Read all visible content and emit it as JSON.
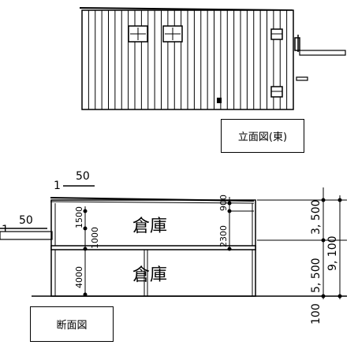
{
  "elevation_east": {
    "label": "立面図(東)",
    "mullion_count": 32
  },
  "section": {
    "label": "断面図",
    "room_upper": "倉庫",
    "room_lower": "倉庫",
    "dims": {
      "top_left_outer": "1",
      "top_left_outer_value": "50",
      "side_left_outer": "1",
      "side_left_outer_value": "50",
      "upper_a": "1500",
      "upper_b": "1000",
      "lower": "4000",
      "mid_900": "900",
      "mid_2300": "2300",
      "right_3500": "3, 500",
      "right_5500": "5, 500",
      "right_total": "9, 100",
      "right_bottom": "100"
    }
  }
}
